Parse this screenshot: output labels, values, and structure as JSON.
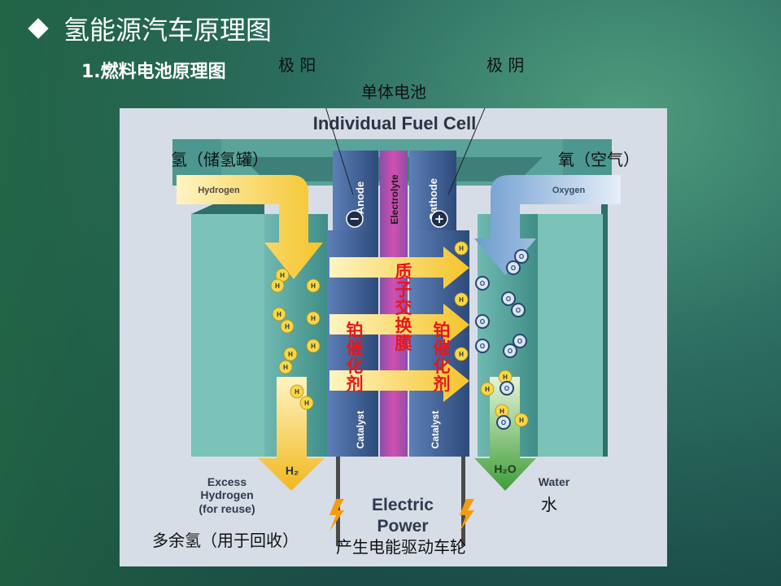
{
  "slide": {
    "title": "氢能源汽车原理图",
    "subtitle": "1.燃料电池原理图"
  },
  "labels": {
    "anode_cn": "极 阳",
    "cathode_cn": "极 阴",
    "single_cell_cn": "单体电池",
    "hydrogen_tank_cn": "氢（储氢罐）",
    "oxygen_air_cn": "氧（空气）",
    "water_cn": "水",
    "excess_hydrogen_cn": "多余氢（用于回收）",
    "power_cn": "产生电能驱动车轮",
    "pem_cn": "质子交换膜",
    "catalyst_left_cn": "铂催化剂",
    "catalyst_right_cn": "铂催化剂"
  },
  "diagram": {
    "heading": "Individual Fuel Cell",
    "hydrogen": "Hydrogen",
    "oxygen": "Oxygen",
    "anode": "Anode",
    "electrolyte": "Electrolyte",
    "cathode": "Cathode",
    "catalyst_left": "Catalyst",
    "catalyst_right": "Catalyst",
    "h2": "H₂",
    "h2o": "H₂O",
    "excess_1": "Excess",
    "excess_2": "Hydrogen",
    "excess_3": "(for reuse)",
    "water": "Water",
    "power_1": "Electric",
    "power_2": "Power",
    "h_symbol": "H",
    "o_symbol": "O",
    "minus_sign": "−",
    "plus_sign": "+"
  },
  "colors": {
    "background": "#1c4f4a",
    "panel": "#d7dde6",
    "teal_block": "#4f9d96",
    "blue_electrode": "#3c5d90",
    "membrane": "#b24c9e",
    "arrow_yellow": "#f7cf3c",
    "arrow_blue": "#88b1d9",
    "arrow_green": "#58b04f",
    "red_text": "#e8161c"
  }
}
